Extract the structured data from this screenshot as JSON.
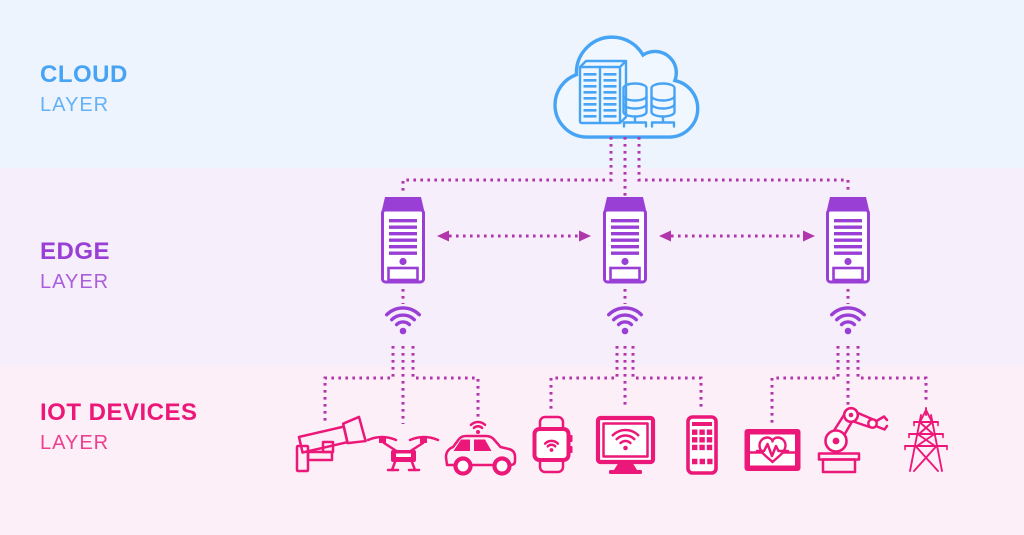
{
  "diagram": {
    "layers": [
      {
        "id": "cloud",
        "title": "CLOUD",
        "subtitle": "LAYER",
        "accent": "#47a4f4",
        "background": "#edf4fd",
        "node_icons": [
          "cloud-datacenter-icon"
        ]
      },
      {
        "id": "edge",
        "title": "EDGE",
        "subtitle": "LAYER",
        "accent": "#9a3fd6",
        "background": "#f6eefb",
        "node_icons": [
          "edge-server-icon",
          "edge-server-icon",
          "edge-server-icon",
          "wifi-icon",
          "wifi-icon",
          "wifi-icon"
        ]
      },
      {
        "id": "iot",
        "title": "IOT DEVICES",
        "subtitle": "LAYER",
        "accent": "#ec1879",
        "background": "#fdeff7",
        "node_icons": [
          "security-camera-icon",
          "drone-icon",
          "connected-car-icon",
          "smartwatch-icon",
          "smart-monitor-icon",
          "smartphone-icon",
          "health-monitor-icon",
          "robot-arm-icon",
          "power-tower-icon"
        ]
      }
    ],
    "connections": [
      {
        "from": "cloud",
        "to": [
          "edge-server-1",
          "edge-server-2",
          "edge-server-3"
        ],
        "style": "dotted"
      },
      {
        "from": "edge-server-1",
        "to": "edge-server-2",
        "style": "dotted-double-arrow"
      },
      {
        "from": "edge-server-2",
        "to": "edge-server-3",
        "style": "dotted-double-arrow"
      },
      {
        "from": "edge-server-1",
        "via": "wifi",
        "to": [
          "security-camera",
          "drone",
          "connected-car"
        ],
        "style": "dotted"
      },
      {
        "from": "edge-server-2",
        "via": "wifi",
        "to": [
          "smartwatch",
          "smart-monitor",
          "smartphone"
        ],
        "style": "dotted"
      },
      {
        "from": "edge-server-3",
        "via": "wifi",
        "to": [
          "health-monitor",
          "robot-arm",
          "power-tower"
        ],
        "style": "dotted"
      }
    ]
  },
  "colors": {
    "cloud_accent": "#47a4f4",
    "cloud_bg": "#edf4fd",
    "edge_accent": "#9a3fd6",
    "edge_bg": "#f6eefb",
    "iot_accent": "#ec1879",
    "iot_bg": "#fdeff7",
    "connector": "#b136ab"
  }
}
